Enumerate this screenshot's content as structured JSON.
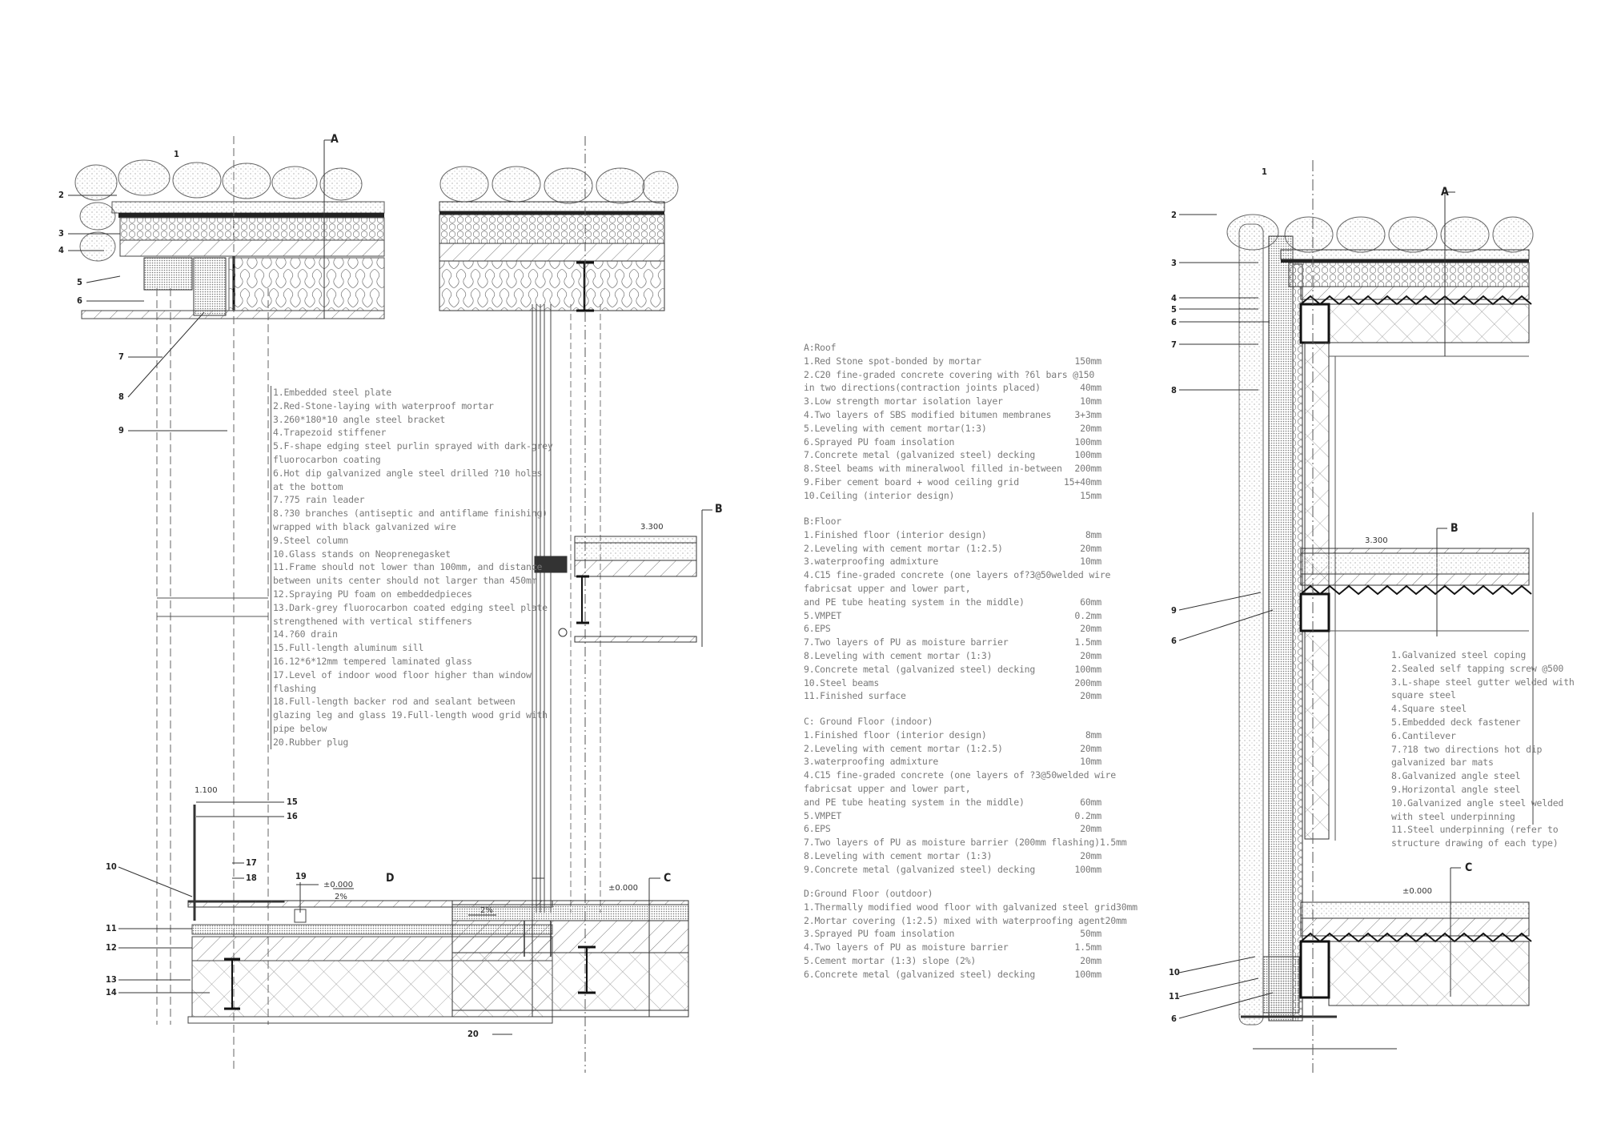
{
  "section_markers": {
    "left": {
      "A": "A",
      "D": "D",
      "elev_top": "1.100",
      "elev_ground": "±0.000",
      "slope": "2%"
    },
    "middle": {
      "B": "B",
      "C": "C",
      "elev_floor": "3.300",
      "elev_ground": "±0.000",
      "slope": "2%"
    },
    "right": {
      "A": "A",
      "B": "B",
      "C": "C",
      "elev_floor": "3.300",
      "elev_ground": "±0.000"
    }
  },
  "left_callouts": [
    "1",
    "2",
    "3",
    "4",
    "5",
    "6",
    "7",
    "8",
    "9",
    "10",
    "11",
    "12",
    "13",
    "14",
    "15",
    "16",
    "17",
    "18",
    "19",
    "20"
  ],
  "right_callouts": [
    "1",
    "2",
    "3",
    "4",
    "5",
    "6",
    "7",
    "8",
    "9",
    "6",
    "10",
    "11",
    "6"
  ],
  "legend_left": [
    "1.Embedded steel plate",
    "2.Red-Stone-laying with waterproof mortar",
    "3.260*180*10 angle steel bracket",
    "4.Trapezoid stiffener",
    "5.F-shape edging steel purlin sprayed with dark-grey",
    "fluorocarbon coating",
    "6.Hot dip galvanized angle steel drilled ?10 holes",
    "at the bottom",
    "7.?75 rain leader",
    "8.?30 branches (antiseptic and antiflame finishing)",
    "wrapped with black galvanized wire",
    "9.Steel column",
    "10.Glass stands on Neoprenegasket",
    "11.Frame should not lower than 100mm, and distance",
    "between units center should not larger than 450mm",
    "12.Spraying PU foam on embeddedpieces",
    "13.Dark-grey fluorocarbon coated edging steel plate",
    "strengthened with vertical stiffeners",
    "14.?60 drain",
    "15.Full-length aluminum sill",
    "16.12*6*12mm tempered laminated glass",
    "17.Level of indoor wood floor higher than window",
    "flashing",
    "18.Full-length backer rod and sealant between",
    "glazing leg and glass 19.Full-length wood grid with",
    "pipe below",
    "20.Rubber plug"
  ],
  "specs": {
    "roof": {
      "title": "A:Roof",
      "rows": [
        {
          "t": "1.Red Stone spot-bonded by mortar",
          "v": "150mm"
        },
        {
          "t": "2.C20 fine-graded concrete covering with ?6l bars @150",
          "v": ""
        },
        {
          "t": "in two directions(contraction joints placed)",
          "v": "40mm"
        },
        {
          "t": "3.Low strength mortar isolation layer",
          "v": "10mm"
        },
        {
          "t": "4.Two layers of SBS modified bitumen membranes",
          "v": "3+3mm"
        },
        {
          "t": "5.Leveling with cement mortar(1:3)",
          "v": "20mm"
        },
        {
          "t": "6.Sprayed PU foam insolation",
          "v": "100mm"
        },
        {
          "t": "7.Concrete metal (galvanized steel) decking",
          "v": "100mm"
        },
        {
          "t": "8.Steel beams with mineralwool filled in-between",
          "v": "200mm"
        },
        {
          "t": "9.Fiber cement board + wood ceiling grid",
          "v": "15+40mm"
        },
        {
          "t": "10.Ceiling (interior design)",
          "v": "15mm"
        }
      ]
    },
    "floor": {
      "title": "B:Floor",
      "rows": [
        {
          "t": "1.Finished floor (interior design)",
          "v": "8mm"
        },
        {
          "t": "2.Leveling with cement mortar (1:2.5)",
          "v": "20mm"
        },
        {
          "t": "3.waterproofing admixture",
          "v": "10mm"
        },
        {
          "t": "4.C15 fine-graded concrete (one layers of?3@50welded wire",
          "v": ""
        },
        {
          "t": "fabricsat upper and lower part,",
          "v": ""
        },
        {
          "t": "and PE tube heating system in the middle)",
          "v": "60mm"
        },
        {
          "t": "5.VMPET",
          "v": "0.2mm"
        },
        {
          "t": "6.EPS",
          "v": "20mm"
        },
        {
          "t": "7.Two layers of PU as moisture barrier",
          "v": "1.5mm"
        },
        {
          "t": "8.Leveling with cement mortar (1:3)",
          "v": "20mm"
        },
        {
          "t": "9.Concrete metal (galvanized steel) decking",
          "v": "100mm"
        },
        {
          "t": "10.Steel beams",
          "v": "200mm"
        },
        {
          "t": "11.Finished surface",
          "v": "20mm"
        }
      ]
    },
    "ground_indoor": {
      "title": "C: Ground Floor (indoor)",
      "rows": [
        {
          "t": "1.Finished floor (interior design)",
          "v": "8mm"
        },
        {
          "t": "2.Leveling with cement mortar (1:2.5)",
          "v": "20mm"
        },
        {
          "t": "3.waterproofing admixture",
          "v": "10mm"
        },
        {
          "t": "4.C15 fine-graded concrete (one layers of ?3@50welded  wire",
          "v": ""
        },
        {
          "t": "fabricsat upper and lower part,",
          "v": ""
        },
        {
          "t": "and PE tube heating system in the middle)",
          "v": "60mm"
        },
        {
          "t": "5.VMPET",
          "v": "0.2mm"
        },
        {
          "t": "6.EPS",
          "v": "20mm"
        },
        {
          "t": "7.Two layers of PU as moisture barrier (200mm flashing)",
          "v": "1.5mm"
        },
        {
          "t": "8.Leveling with cement mortar (1:3)",
          "v": "20mm"
        },
        {
          "t": "9.Concrete metal (galvanized steel) decking",
          "v": "100mm"
        }
      ]
    },
    "ground_outdoor": {
      "title": "D:Ground Floor (outdoor)",
      "rows": [
        {
          "t": "1.Thermally modified wood floor with galvanized steel grid",
          "v": "30mm"
        },
        {
          "t": "2.Mortar covering (1:2.5) mixed with waterproofing agent",
          "v": "20mm"
        },
        {
          "t": "3.Sprayed PU foam insolation",
          "v": "50mm"
        },
        {
          "t": "4.Two layers of PU as moisture barrier",
          "v": "1.5mm"
        },
        {
          "t": "5.Cement mortar (1:3) slope (2%)",
          "v": "20mm"
        },
        {
          "t": "6.Concrete metal (galvanized steel) decking",
          "v": "100mm"
        }
      ]
    }
  },
  "legend_right": [
    "1.Galvanized steel coping",
    "2.Sealed self tapping screw @500",
    "3.L-shape steel gutter welded with",
    "square steel",
    "4.Square steel",
    "5.Embedded deck fastener",
    "6.Cantilever",
    "7.?18 two directions hot dip",
    "galvanized bar mats",
    "8.Galvanized angle steel",
    "9.Horizontal angle steel",
    "10.Galvanized angle steel welded",
    "with steel underpinning",
    "11.Steel underpinning (refer to",
    "structure drawing of each type)"
  ]
}
